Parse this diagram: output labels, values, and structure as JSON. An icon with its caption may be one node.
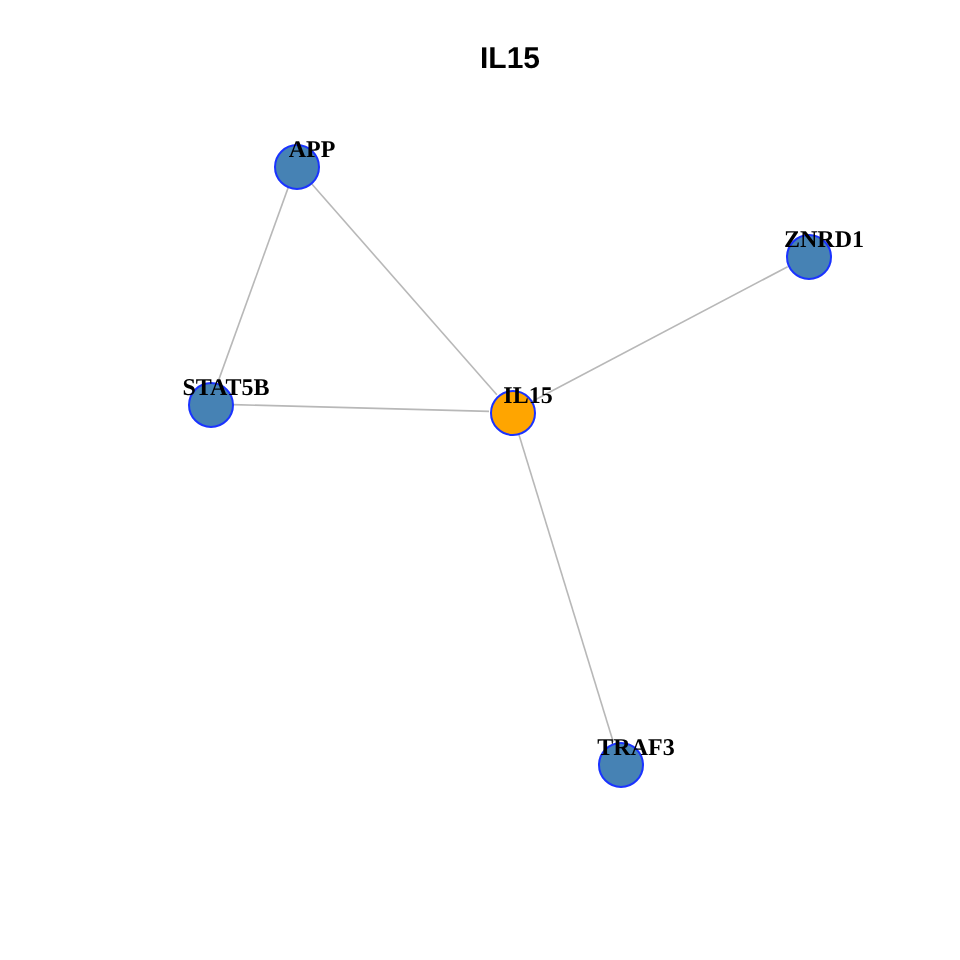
{
  "diagram": {
    "title": "IL15",
    "nodes": [
      {
        "text": [
          "APP"
        ]
      },
      {
        "text": [
          "ZNRD1"
        ]
      },
      {
        "text": [
          "STAT5B"
        ]
      },
      {
        "text": [
          "IL15"
        ]
      },
      {
        "text": [
          "TRAF3"
        ]
      }
    ],
    "edges": [
      {
        "from": 0,
        "to": 2,
        "arrow": "none"
      },
      {
        "from": 0,
        "to": 3,
        "arrow": "none"
      },
      {
        "from": 2,
        "to": 3,
        "arrow": "none"
      },
      {
        "from": 3,
        "to": 1,
        "arrow": "none"
      },
      {
        "from": 3,
        "to": 4,
        "arrow": "none"
      }
    ]
  }
}
